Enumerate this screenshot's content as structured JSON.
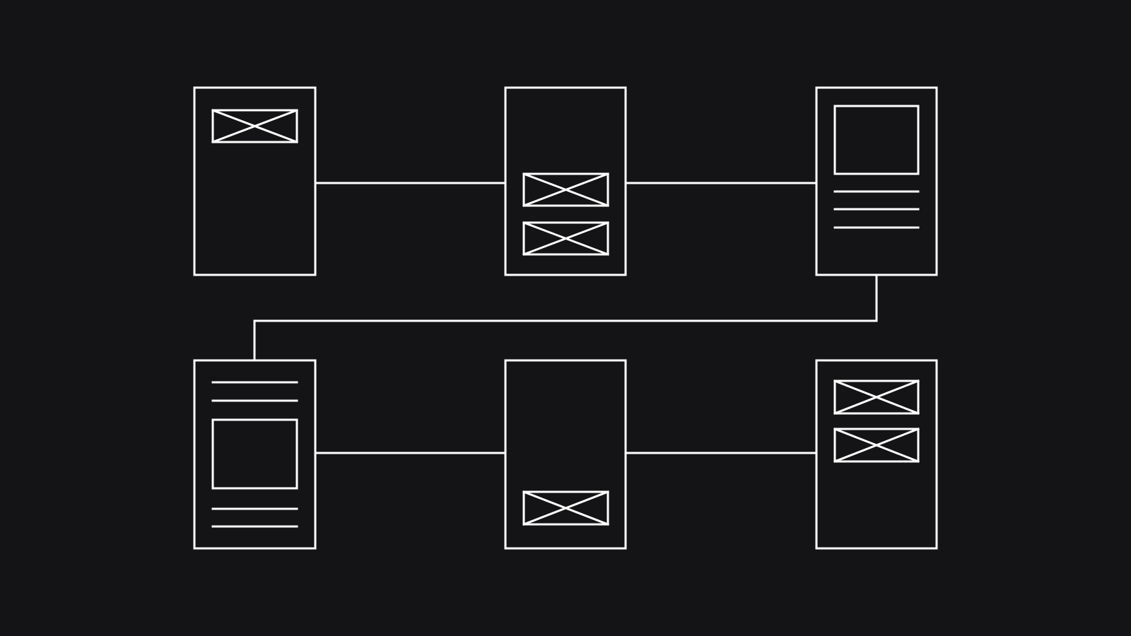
{
  "canvas": {
    "background": "#141416",
    "stroke_color": "#ffffff"
  },
  "screens": [
    {
      "id": "screen-1",
      "row": 1,
      "column": 1,
      "content": [
        "image-placeholder"
      ]
    },
    {
      "id": "screen-2",
      "row": 1,
      "column": 2,
      "content": [
        "image-placeholder",
        "image-placeholder"
      ]
    },
    {
      "id": "screen-3",
      "row": 1,
      "column": 3,
      "content": [
        "content-block",
        "text-line",
        "text-line",
        "text-line"
      ]
    },
    {
      "id": "screen-4",
      "row": 2,
      "column": 1,
      "content": [
        "text-line",
        "text-line",
        "content-block",
        "text-line",
        "text-line"
      ]
    },
    {
      "id": "screen-5",
      "row": 2,
      "column": 2,
      "content": [
        "image-placeholder"
      ]
    },
    {
      "id": "screen-6",
      "row": 2,
      "column": 3,
      "content": [
        "image-placeholder",
        "image-placeholder"
      ]
    }
  ],
  "connections": [
    {
      "from": "screen-1",
      "to": "screen-2"
    },
    {
      "from": "screen-2",
      "to": "screen-3"
    },
    {
      "from": "screen-3",
      "to": "screen-4"
    },
    {
      "from": "screen-4",
      "to": "screen-5"
    },
    {
      "from": "screen-5",
      "to": "screen-6"
    }
  ]
}
